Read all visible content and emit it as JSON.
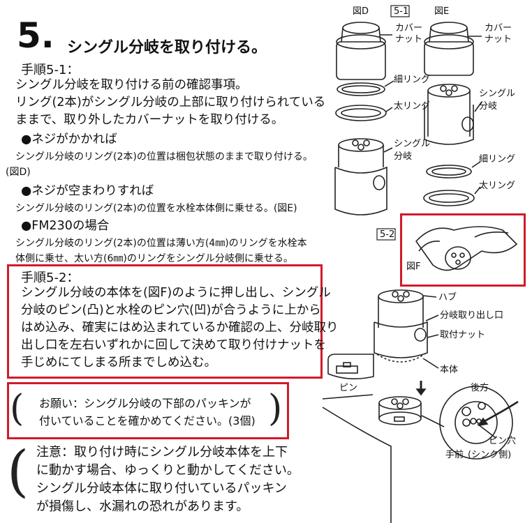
{
  "title": {
    "number": "5.",
    "text": "シングル分岐を取り付ける。"
  },
  "step1": {
    "label": "手順5-1：",
    "lines": [
      "シングル分岐を取り付ける前の確認事項。",
      "リング(2本)がシングル分岐の上部に取り付けられている",
      "ままで、取り外したカバーナットを取り付ける。"
    ],
    "case1_head": "●ネジがかかれば",
    "case1_lines": [
      "シングル分岐のリング(2本)の位置は梱包状態のままで取り付ける。",
      "(図D)"
    ],
    "case2_head": "●ネジが空まわりすれば",
    "case2_line": "シングル分岐のリング(2本)の位置を水栓本体側に乗せる。(図E)",
    "case3_head": "●FM230の場合",
    "case3_lines": [
      "シングル分岐のリング(2本)の位置は薄い方(4㎜)のリングを水栓本",
      "体側に乗せ、太い方(6㎜)のリングをシングル分岐側に乗せる。"
    ]
  },
  "step2": {
    "label": "手順5-2：",
    "lines": [
      "シングル分岐の本体を(図F)のように押し出し、シングル",
      "分岐のピン(凸)と水栓のピン穴(凹)が合うように上から",
      "はめ込み、確実にはめ込まれているか確認の上、分岐取り",
      "出し口を左右いずれかに回して決めて取り付けナットを",
      "手じめにてしまる所までしめ込む。"
    ]
  },
  "request": {
    "lines": [
      "お願い：シングル分岐の下部のパッキンが",
      "付いていることを確かめてください。(3個)"
    ]
  },
  "caution": {
    "lines": [
      "注意：取り付け時にシングル分岐本体を上下",
      "に動かす場合、ゆっくりと動かしてください。",
      "シングル分岐本体に取り付いているパッキン",
      "が損傷し、水漏れの恐れがあります。"
    ]
  },
  "figures": {
    "fig_d": "図D",
    "step_5_1": "5-1",
    "fig_e": "図E",
    "cover_nut_d": [
      "カバー",
      "ナット"
    ],
    "cover_nut_e": [
      "カバー",
      "ナット"
    ],
    "thin_ring_d": "細リング",
    "thick_ring_d": "太リング",
    "single_branch_d": [
      "シングル",
      "分岐"
    ],
    "single_branch_e": [
      "シングル",
      "分岐"
    ],
    "thin_ring_e": "細リング",
    "thick_ring_e": "太リング",
    "step_5_2": "5-2",
    "fig_f": "図F",
    "hub": "ハブ",
    "branch_outlet": "分岐取り出し口",
    "mount_nut": "取付ナット",
    "main_body": "本体",
    "pin": "ピン",
    "rear": "後方",
    "pin_hole": "ピン穴",
    "front": "手前",
    "sink_side": "(シンク側)"
  },
  "colors": {
    "highlight_box": "#d11a2a"
  }
}
